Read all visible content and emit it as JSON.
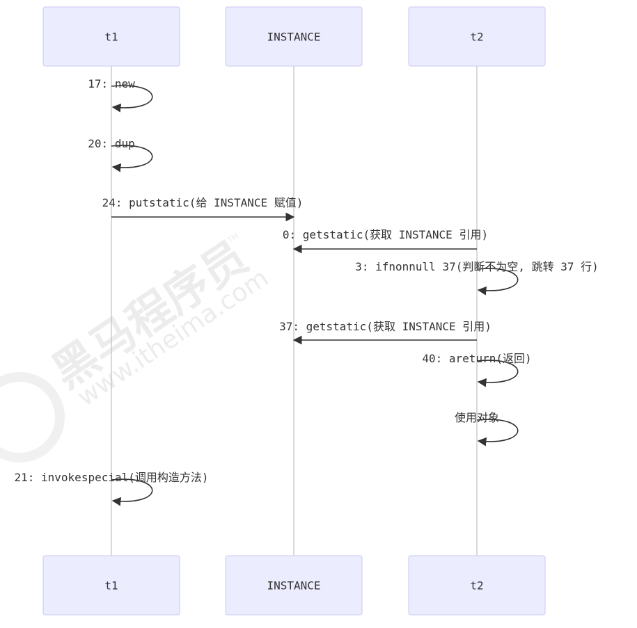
{
  "colors": {
    "actor_fill": "#ececff",
    "actor_stroke": "#c9c9f0",
    "lifeline": "#b3b3b3",
    "message": "#333333",
    "watermark": "#ebebeb"
  },
  "actors": [
    {
      "id": "t1",
      "label": "t1"
    },
    {
      "id": "INSTANCE",
      "label": "INSTANCE"
    },
    {
      "id": "t2",
      "label": "t2"
    }
  ],
  "messages": [
    {
      "from": "t1",
      "to": "t1",
      "label": "17: new"
    },
    {
      "from": "t1",
      "to": "t1",
      "label": "20: dup"
    },
    {
      "from": "t1",
      "to": "INSTANCE",
      "label": "24: putstatic(给 INSTANCE 赋值)"
    },
    {
      "from": "t2",
      "to": "INSTANCE",
      "label": "0: getstatic(获取 INSTANCE 引用)"
    },
    {
      "from": "t2",
      "to": "t2",
      "label": "3: ifnonnull 37(判断不为空, 跳转 37 行)"
    },
    {
      "from": "t2",
      "to": "INSTANCE",
      "label": "37: getstatic(获取 INSTANCE 引用)"
    },
    {
      "from": "t2",
      "to": "t2",
      "label": "40: areturn(返回)"
    },
    {
      "from": "t2",
      "to": "t2",
      "label": "使用对象"
    },
    {
      "from": "t1",
      "to": "t1",
      "label": "21: invokespecial(调用构造方法)"
    }
  ],
  "watermark": {
    "brand": "黑马程序员",
    "url": "www.itheima.com",
    "tm": "TM"
  }
}
